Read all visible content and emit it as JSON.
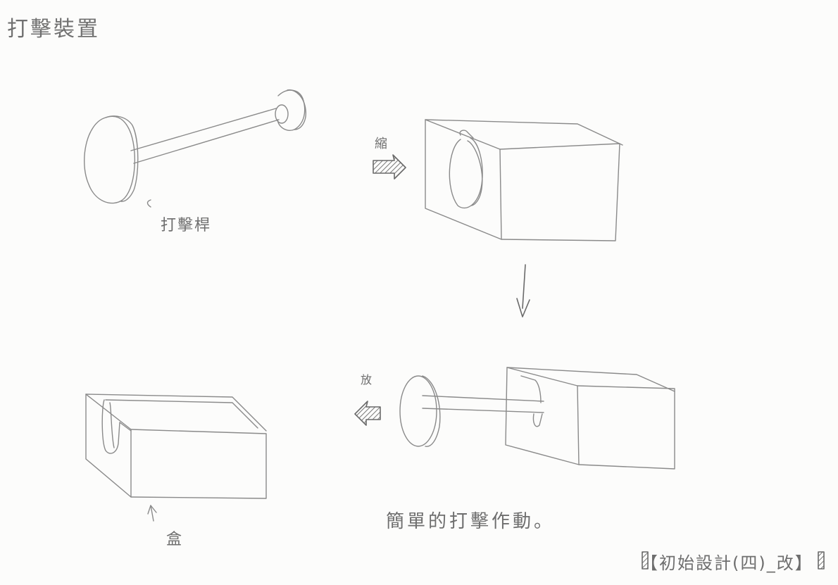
{
  "sheet": {
    "title": "打擊裝置",
    "labels": {
      "rod": "打擊桿",
      "shrink": "縮",
      "release": "放",
      "box": "盒"
    },
    "caption": "簡單的打擊作動。",
    "footer": "【初始設計(四)_改】"
  }
}
